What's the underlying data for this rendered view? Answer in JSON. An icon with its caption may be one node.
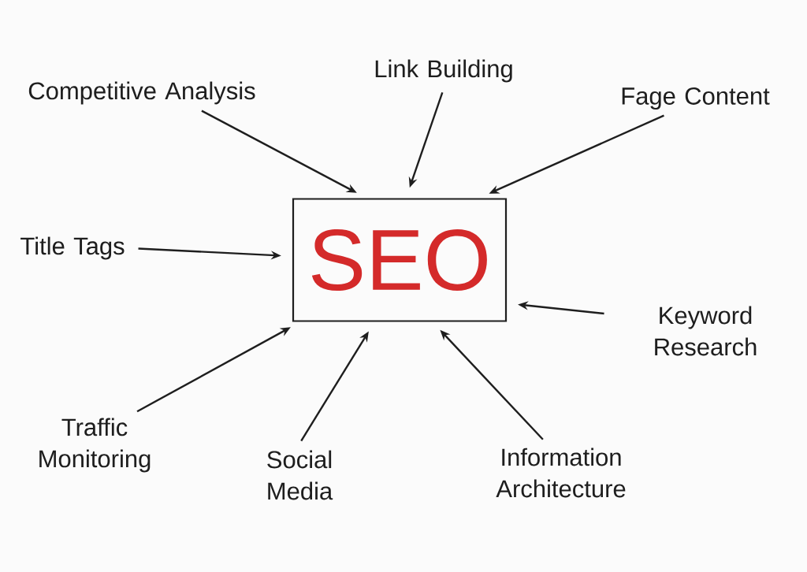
{
  "diagram": {
    "nodes": [
      {
        "text": [
          "SEO"
        ]
      },
      {
        "text": [
          "Competitive Analysis"
        ]
      },
      {
        "text": [
          "Link Building"
        ]
      },
      {
        "text": [
          "Fage Content"
        ]
      },
      {
        "text": [
          "Title Tags"
        ]
      },
      {
        "text": [
          "Keyword Research"
        ]
      },
      {
        "text": [
          "Traffic Monitoring"
        ]
      },
      {
        "text": [
          "Social Media"
        ]
      },
      {
        "text": [
          "Information Architecture"
        ]
      }
    ],
    "edges": [
      {
        "from": 1,
        "to": 0,
        "arrow": "to"
      },
      {
        "from": 2,
        "to": 0,
        "arrow": "to"
      },
      {
        "from": 3,
        "to": 0,
        "arrow": "to"
      },
      {
        "from": 4,
        "to": 0,
        "arrow": "to"
      },
      {
        "from": 5,
        "to": 0,
        "arrow": "to"
      },
      {
        "from": 6,
        "to": 0,
        "arrow": "to"
      },
      {
        "from": 7,
        "to": 0,
        "arrow": "to"
      },
      {
        "from": 8,
        "to": 0,
        "arrow": "to"
      }
    ]
  }
}
